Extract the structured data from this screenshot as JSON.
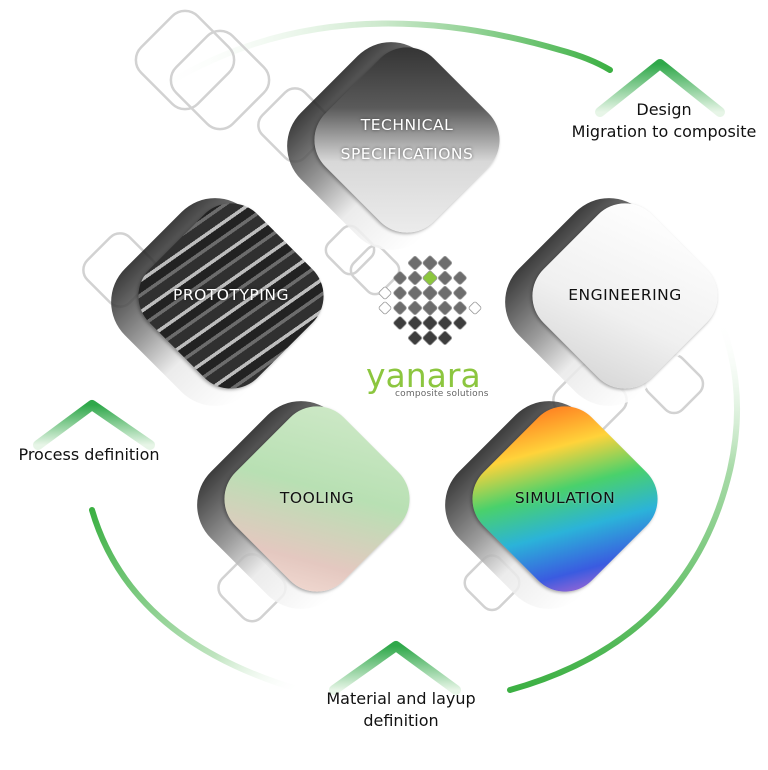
{
  "logo": {
    "name": "yanara",
    "tagline": "composite solutions",
    "colors": {
      "accent": "#8cc63f",
      "grey": "#6d6d6d"
    }
  },
  "tiles": [
    {
      "id": "technical",
      "lines": [
        "TECHNICAL",
        "SPECIFICATIONS"
      ]
    },
    {
      "id": "prototyping",
      "lines": [
        "PROTOTYPING"
      ]
    },
    {
      "id": "engineering",
      "lines": [
        "ENGINEERING"
      ]
    },
    {
      "id": "tooling",
      "lines": [
        "TOOLING"
      ]
    },
    {
      "id": "simulation",
      "lines": [
        "SIMULATION"
      ]
    }
  ],
  "phases": [
    {
      "id": "design",
      "lines": [
        "Design",
        "Migration to composite"
      ]
    },
    {
      "id": "process",
      "lines": [
        "Process definition"
      ]
    },
    {
      "id": "material",
      "lines": [
        "Material and layup",
        "definition"
      ]
    }
  ],
  "colors": {
    "arc_green": "#3cb043",
    "arc_light": "#d9f0d9",
    "outline_grey": "#cfcfcf"
  }
}
